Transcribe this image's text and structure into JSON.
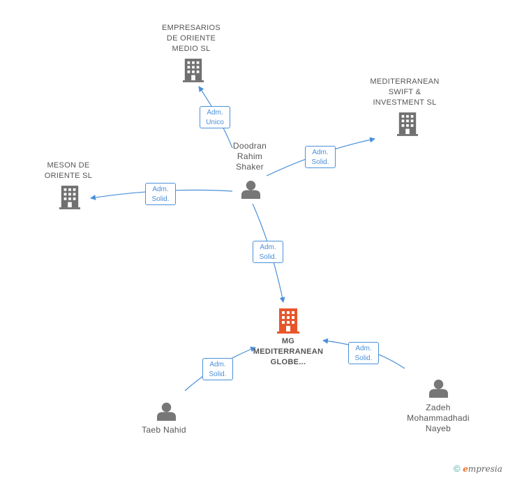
{
  "colors": {
    "edge": "#4a90d9",
    "company": "#707070",
    "main_company": "#e8552b",
    "person": "#777777"
  },
  "nodes": {
    "empresarios": {
      "icon": "building-icon",
      "lines": [
        "EMPRESARIOS",
        "DE ORIENTE",
        "MEDIO SL"
      ]
    },
    "mediterranean_swift": {
      "icon": "building-icon",
      "lines": [
        "MEDITERRANEAN",
        "SWIFT &",
        "INVESTMENT SL"
      ]
    },
    "meson": {
      "icon": "building-icon",
      "lines": [
        "MESON DE",
        "ORIENTE SL"
      ]
    },
    "doodran": {
      "icon": "person-icon",
      "lines": [
        "Doodran",
        "Rahim",
        "Shaker"
      ]
    },
    "mg_globe": {
      "icon": "building-icon",
      "lines": [
        "MG",
        "MEDITERRANEAN",
        "GLOBE..."
      ]
    },
    "taeb": {
      "icon": "person-icon",
      "lines": [
        "Taeb Nahid"
      ]
    },
    "zadeh": {
      "icon": "person-icon",
      "lines": [
        "Zadeh",
        "Mohammadhadi",
        "Nayeb"
      ]
    }
  },
  "edges": {
    "e1": [
      "Adm.",
      "Unico"
    ],
    "e2": [
      "Adm.",
      "Solid."
    ],
    "e3": [
      "Adm.",
      "Solid."
    ],
    "e4": [
      "Adm.",
      "Solid."
    ],
    "e5": [
      "Adm.",
      "Solid."
    ],
    "e6": [
      "Adm.",
      "Solid."
    ]
  },
  "footer": {
    "copyright": "©",
    "brand_initial": "e",
    "brand_rest": "mpresia"
  }
}
